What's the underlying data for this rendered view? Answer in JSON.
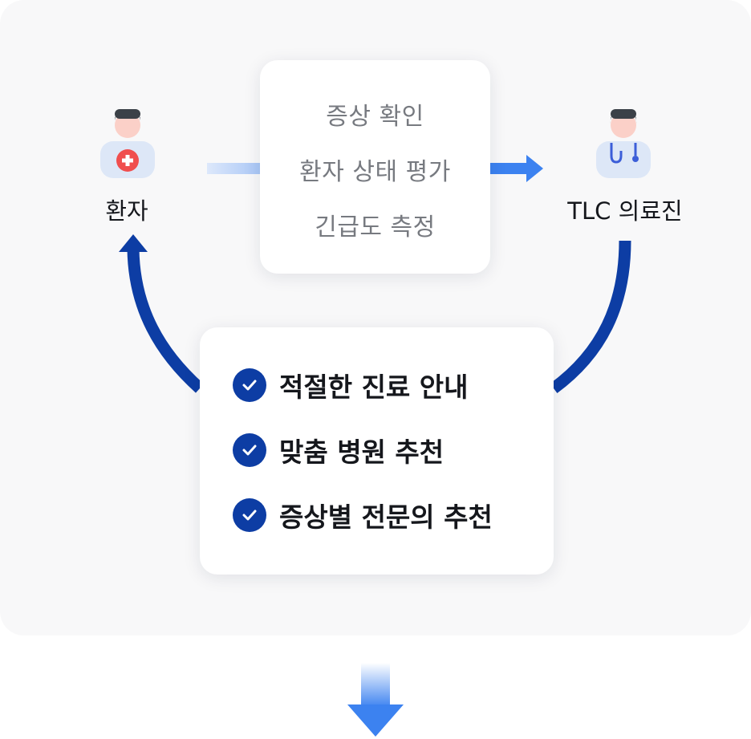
{
  "diagram": {
    "patient": {
      "label": "환자",
      "icon": "patient-icon"
    },
    "provider": {
      "label": "TLC 의료진",
      "icon": "doctor-icon"
    },
    "assessment_steps": [
      {
        "label": "증상 확인"
      },
      {
        "label": "환자 상태 평가"
      },
      {
        "label": "긴급도 측정"
      }
    ],
    "outcomes": [
      {
        "label": "적절한 진료 안내",
        "icon": "check-circle-icon"
      },
      {
        "label": "맞춤 병원 추천",
        "icon": "check-circle-icon"
      },
      {
        "label": "증상별 전문의 추천",
        "icon": "check-circle-icon"
      }
    ]
  },
  "colors": {
    "panel_background": "#f8f8f9",
    "card_background": "#ffffff",
    "navy": "#0d3da4",
    "blue_arrow": "#3c82f0",
    "light_blue_start": "#dce8fb",
    "primary_text": "#15171c",
    "secondary_text": "#777a80",
    "medical_red": "#f04e4e"
  }
}
